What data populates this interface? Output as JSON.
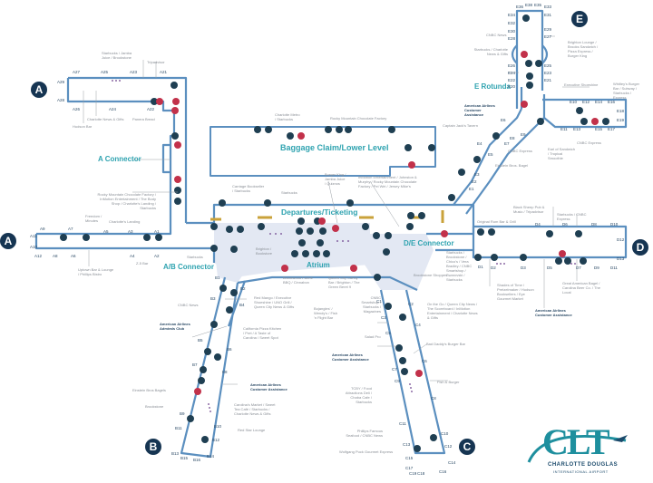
{
  "map": {
    "title": "CLT Charlotte Douglas International Airport",
    "concourses": {
      "A": "A",
      "B": "B",
      "C": "C",
      "D": "D",
      "E": "E"
    },
    "areas": {
      "baggage": "Baggage Claim/Lower Level",
      "a_connector": "A Connector",
      "departures": "Departures/Ticketing",
      "atrium": "Atrium",
      "ab_connector": "A/B Connector",
      "de_connector": "D/E Connector",
      "e_rotunda": "E Rotunda"
    },
    "gates": {
      "A_north": [
        "A27",
        "A25",
        "A23",
        "A21",
        "A29",
        "A28",
        "A26",
        "A24",
        "A22"
      ],
      "A_west": [
        "A9",
        "A7",
        "A5",
        "A3",
        "A1",
        "A11",
        "A10",
        "A12",
        "A8",
        "A6",
        "A4",
        "A2"
      ],
      "B": [
        "B1",
        "B2",
        "B3",
        "B4",
        "B5",
        "B6",
        "B7",
        "B8",
        "B9",
        "B10",
        "B11",
        "B12",
        "B13",
        "B14",
        "B15",
        "B16"
      ],
      "C": [
        "C1",
        "C2",
        "C3",
        "C4",
        "C5",
        "C6",
        "C7",
        "C8",
        "C9",
        "C10",
        "C11",
        "C12",
        "C13",
        "C14",
        "C15",
        "C16",
        "C17",
        "C18",
        "C19"
      ],
      "D": [
        "D1",
        "D2",
        "D3",
        "D4",
        "D5",
        "D6",
        "D7",
        "D8",
        "D9",
        "D10",
        "D11",
        "D12",
        "D13"
      ],
      "E_stem": [
        "E36",
        "E38",
        "E35",
        "E33",
        "E34",
        "E31",
        "E32",
        "E29",
        "E30",
        "E27",
        "E28",
        "E26",
        "E25",
        "E24",
        "E23",
        "E22",
        "E21",
        "E20"
      ],
      "E_arm": [
        "E10",
        "E12",
        "E14",
        "E16",
        "E18",
        "E19",
        "E11",
        "E13",
        "E15",
        "E17"
      ],
      "E_diag": [
        "E1",
        "E2",
        "E3",
        "E4",
        "E5",
        "E6",
        "E7",
        "E8",
        "E9"
      ]
    },
    "labels": {
      "a_top_1": "Starbucks / Jamba Juice / Brookstone",
      "a_top_2": "Tripadvisor",
      "a_bot_1": "Hudson Bar",
      "a_bot_2": "Charlotte News & Gifts",
      "a_bot_3": "Panera Bread",
      "a_conn_list": "Rocky Mountain Chocolate Factory / InMotion Entertainment / The Body Shop / Charlotte's Landing / Starbucks",
      "a_west_1": "Freedom / Minutes",
      "a_west_2": "Charlotte's Landing",
      "a_west_3": "Uptown Bar & Lounge / Phillips Bistro",
      "a_west_4": "Z-5 Bar",
      "bag_1": "Charlotte Metro / Starbucks",
      "bag_2": "Rocky Mountain Chocolate Factory",
      "dep_1": "Carriage Bookseller / Starbucks",
      "dep_2": "Starbucks",
      "dep_3": "Burger King / Jamba Juice / Quiznos",
      "dep_4": "InMotion Entertainment / Johnston & Murphy / Rocky Mountain Chocolate Factory / Pei Wei / Jersey Mike's",
      "dep_5": "Brighton / Bookstore",
      "dep_6": "Starbucks",
      "atrium_1": "Brookwood Farms BBQ / Cinnabon",
      "atrium_2": "Queen City Candy Bar / Brighton / The Green Beret 9",
      "atrium_3": "CNBC Smartshop / Starbucks / Magazines",
      "atrium_4": "Bojangles' / Wendy's / Fish 'n Flight Bar",
      "de_1": "Starbucks / Brookstone / Chico's / Vera Bradley / CNBC Smartshop / Swarovski / Starbucks",
      "de_2": "Brookstone Shoppes",
      "b_1": "Red Mango / Executive Shoeshine / UNO Grill / Queen City News & Gifts",
      "b_2": "CNBC News",
      "b_3": "American Airlines Admirals Club",
      "b_4": "California Pizza Kitchen / Pret / A Taste of Carolina / Sweet Spot",
      "b_5": "American Airlines Customer Assistance",
      "b_6": "Einstein Bros Bagels",
      "b_7": "Brookstone",
      "b_8": "Carolina's Market / Sweet Tea Café / Starbucks / Charlotte News & Gifts",
      "b_9": "Red Star Lounge",
      "c_1": "On the Go / Queen City News / The Scoreboard / InMotion Entertainment / Charlotte News & Gifts",
      "c_2": "Salad Pro",
      "c_3": "Bad Daddy's Burger Bar",
      "c_4": "American Airlines Customer Assistance",
      "c_5": "TCBY / Food Attractions Deli / Chaba Cafe / Starbucks",
      "c_6": "Fish & Burger",
      "c_7": "Phillips Famous Seafood / CNBC News",
      "c_8": "Wolfgang Puck Gourmet Express",
      "d_1": "Original Rum Bar & Grill",
      "d_2": "Black Sheep Pub & Music / Tripadvisor",
      "d_3": "Starbucks / CNBC Express",
      "d_4": "Shades of Time / Pretzelmaker / Hudson Booksellers / Eye Gourmet Market",
      "d_5": "American Airlines Customer Assistance",
      "d_6": "Great American Bagel / Carolina Beer Co. / The Local",
      "e_1": "CNBC News",
      "e_2": "Starbucks / Charlotte News & Gifts",
      "e_3": "Brighton Lounge / Brooks Sandwich / Pizza Express / Burger King",
      "e_4": "Executive Shoeshine",
      "e_5": "Whitley's Burger Bar / Subway / Starbucks / Express",
      "e_6": "American Airlines Customer Assistance",
      "e_7": "Captain Jack's Tavern",
      "e_8": "CNBC Express",
      "e_9": "Einstein Bros. Bagel",
      "e_10": "CNBC Express",
      "e_11": "Earl of Sandwich / Tropical Smoothie"
    },
    "logo": {
      "mark": "CLT",
      "line1": "CHARLOTTE DOUGLAS",
      "line2": "INTERNATIONAL AIRPORT"
    },
    "colors": {
      "corridor_stroke": "#5b8fbf",
      "corridor_fill": "#ffffff",
      "plaza_fill": "#e3e8f3",
      "icon_dark": "#1f3f52",
      "restroom_red": "#c2314a",
      "area_label": "#2fa3b0",
      "badge": "#163552",
      "checkpoint": "#c9a23a"
    }
  }
}
